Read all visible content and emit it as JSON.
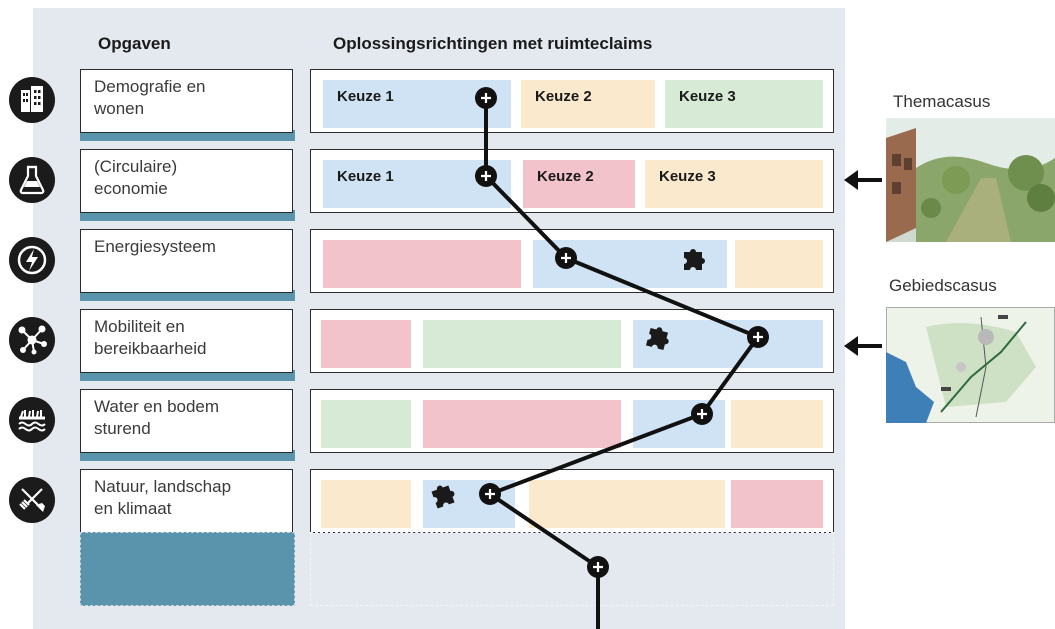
{
  "headers": {
    "tasks": "Opgaven",
    "solutions": "Oplossingsrichtingen met ruimteclaims"
  },
  "rows": [
    {
      "icon": "buildings-icon",
      "lines": [
        "Demografie en",
        "wonen"
      ],
      "segments": [
        {
          "color": "blue",
          "label": "Keuze 1"
        },
        {
          "color": "orange",
          "label": "Keuze 2"
        },
        {
          "color": "green",
          "label": "Keuze 3"
        }
      ]
    },
    {
      "icon": "flask-icon",
      "lines": [
        "(Circulaire)",
        "economie"
      ],
      "segments": [
        {
          "color": "blue",
          "label": "Keuze 1"
        },
        {
          "color": "pink",
          "label": "Keuze 2"
        },
        {
          "color": "orange",
          "label": "Keuze 3"
        }
      ]
    },
    {
      "icon": "lightning-icon",
      "lines": [
        "Energiesysteem"
      ],
      "segments": [
        {
          "color": "pink",
          "label": ""
        },
        {
          "color": "blue",
          "label": ""
        },
        {
          "color": "orange",
          "label": ""
        }
      ]
    },
    {
      "icon": "network-icon",
      "lines": [
        "Mobiliteit en",
        "bereikbaarheid"
      ],
      "segments": [
        {
          "color": "pink",
          "label": ""
        },
        {
          "color": "green",
          "label": ""
        },
        {
          "color": "blue",
          "label": ""
        }
      ]
    },
    {
      "icon": "water-grass-icon",
      "lines": [
        "Water en bodem",
        "sturend"
      ],
      "segments": [
        {
          "color": "green",
          "label": ""
        },
        {
          "color": "pink",
          "label": ""
        },
        {
          "color": "blue",
          "label": ""
        },
        {
          "color": "orange",
          "label": ""
        }
      ]
    },
    {
      "icon": "tools-icon",
      "lines": [
        "Natuur, landschap",
        "en klimaat"
      ],
      "segments": [
        {
          "color": "orange",
          "label": ""
        },
        {
          "color": "blue",
          "label": ""
        },
        {
          "color": "orange",
          "label": ""
        },
        {
          "color": "pink",
          "label": ""
        }
      ]
    }
  ],
  "cases": {
    "theme": "Themacasus",
    "area": "Gebiedscasus"
  },
  "colors": {
    "blue": "#cfe3f4",
    "orange": "#fbe9cd",
    "green": "#d7ead5",
    "pink": "#f2c3cb",
    "teal": "#5a93ac",
    "dark": "#1b1b1b"
  }
}
